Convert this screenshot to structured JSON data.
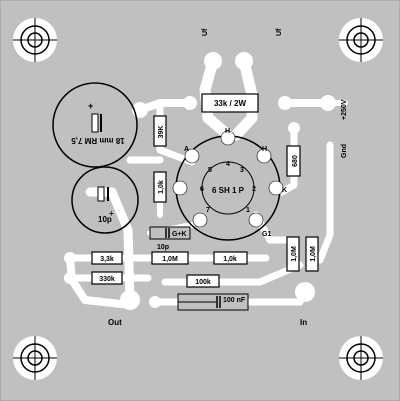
{
  "colors": {
    "board": "#c0c0c0",
    "copper": "#ffffff",
    "silk": "#000000"
  },
  "components": {
    "r_33k": "33k / 2W",
    "r_39k": "39K",
    "c_18": "18 mm RM 7,5",
    "r_680": "680",
    "r_1_0k_v": "1,0k",
    "c_10p_v": "10p",
    "c_10p_h": "10p",
    "gk": "G+K",
    "r_3_3k": "3,3k",
    "r_1_0M_a": "1,0M",
    "r_1_0k_h": "1,0k",
    "r_330k": "330k",
    "r_100k": "100k",
    "c_100nf": "100 nF",
    "r_1_0M_v1": "1,0M",
    "r_1_0M_v2": "1,0M"
  },
  "tube": {
    "name": "6 SH 1 P",
    "pins": [
      "1",
      "2",
      "3",
      "4",
      "5",
      "6",
      "7"
    ],
    "labels": {
      "h1": "H",
      "h2": "H",
      "a": "A",
      "k": "K",
      "g1": "G1"
    }
  },
  "terminals": {
    "uf1": "Uf",
    "uf2": "Uf",
    "plus250": "+250V",
    "gnd": "Gnd",
    "out": "Out",
    "in": "In"
  }
}
